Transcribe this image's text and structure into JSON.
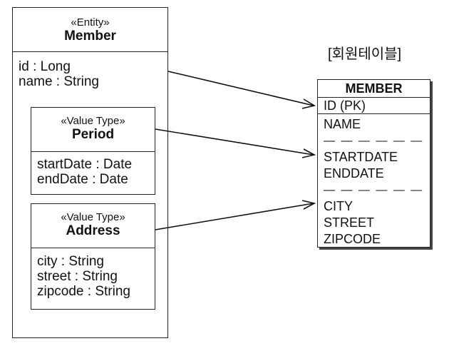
{
  "entity": {
    "stereotype": "«Entity»",
    "name": "Member",
    "attributes": [
      "id : Long",
      "name : String"
    ]
  },
  "period": {
    "stereotype": "«Value Type»",
    "name": "Period",
    "attributes": [
      "startDate : Date",
      "endDate : Date"
    ]
  },
  "address": {
    "stereotype": "«Value Type»",
    "name": "Address",
    "attributes": [
      "city : String",
      "street : String",
      "zipcode : String"
    ]
  },
  "table": {
    "caption": "[회원테이블]",
    "name": "MEMBER",
    "pk": "ID (PK)",
    "separator": "— — — — — —",
    "columns": [
      "NAME",
      "STARTDATE",
      "ENDDATE",
      "CITY",
      "STREET",
      "ZIPCODE"
    ]
  }
}
